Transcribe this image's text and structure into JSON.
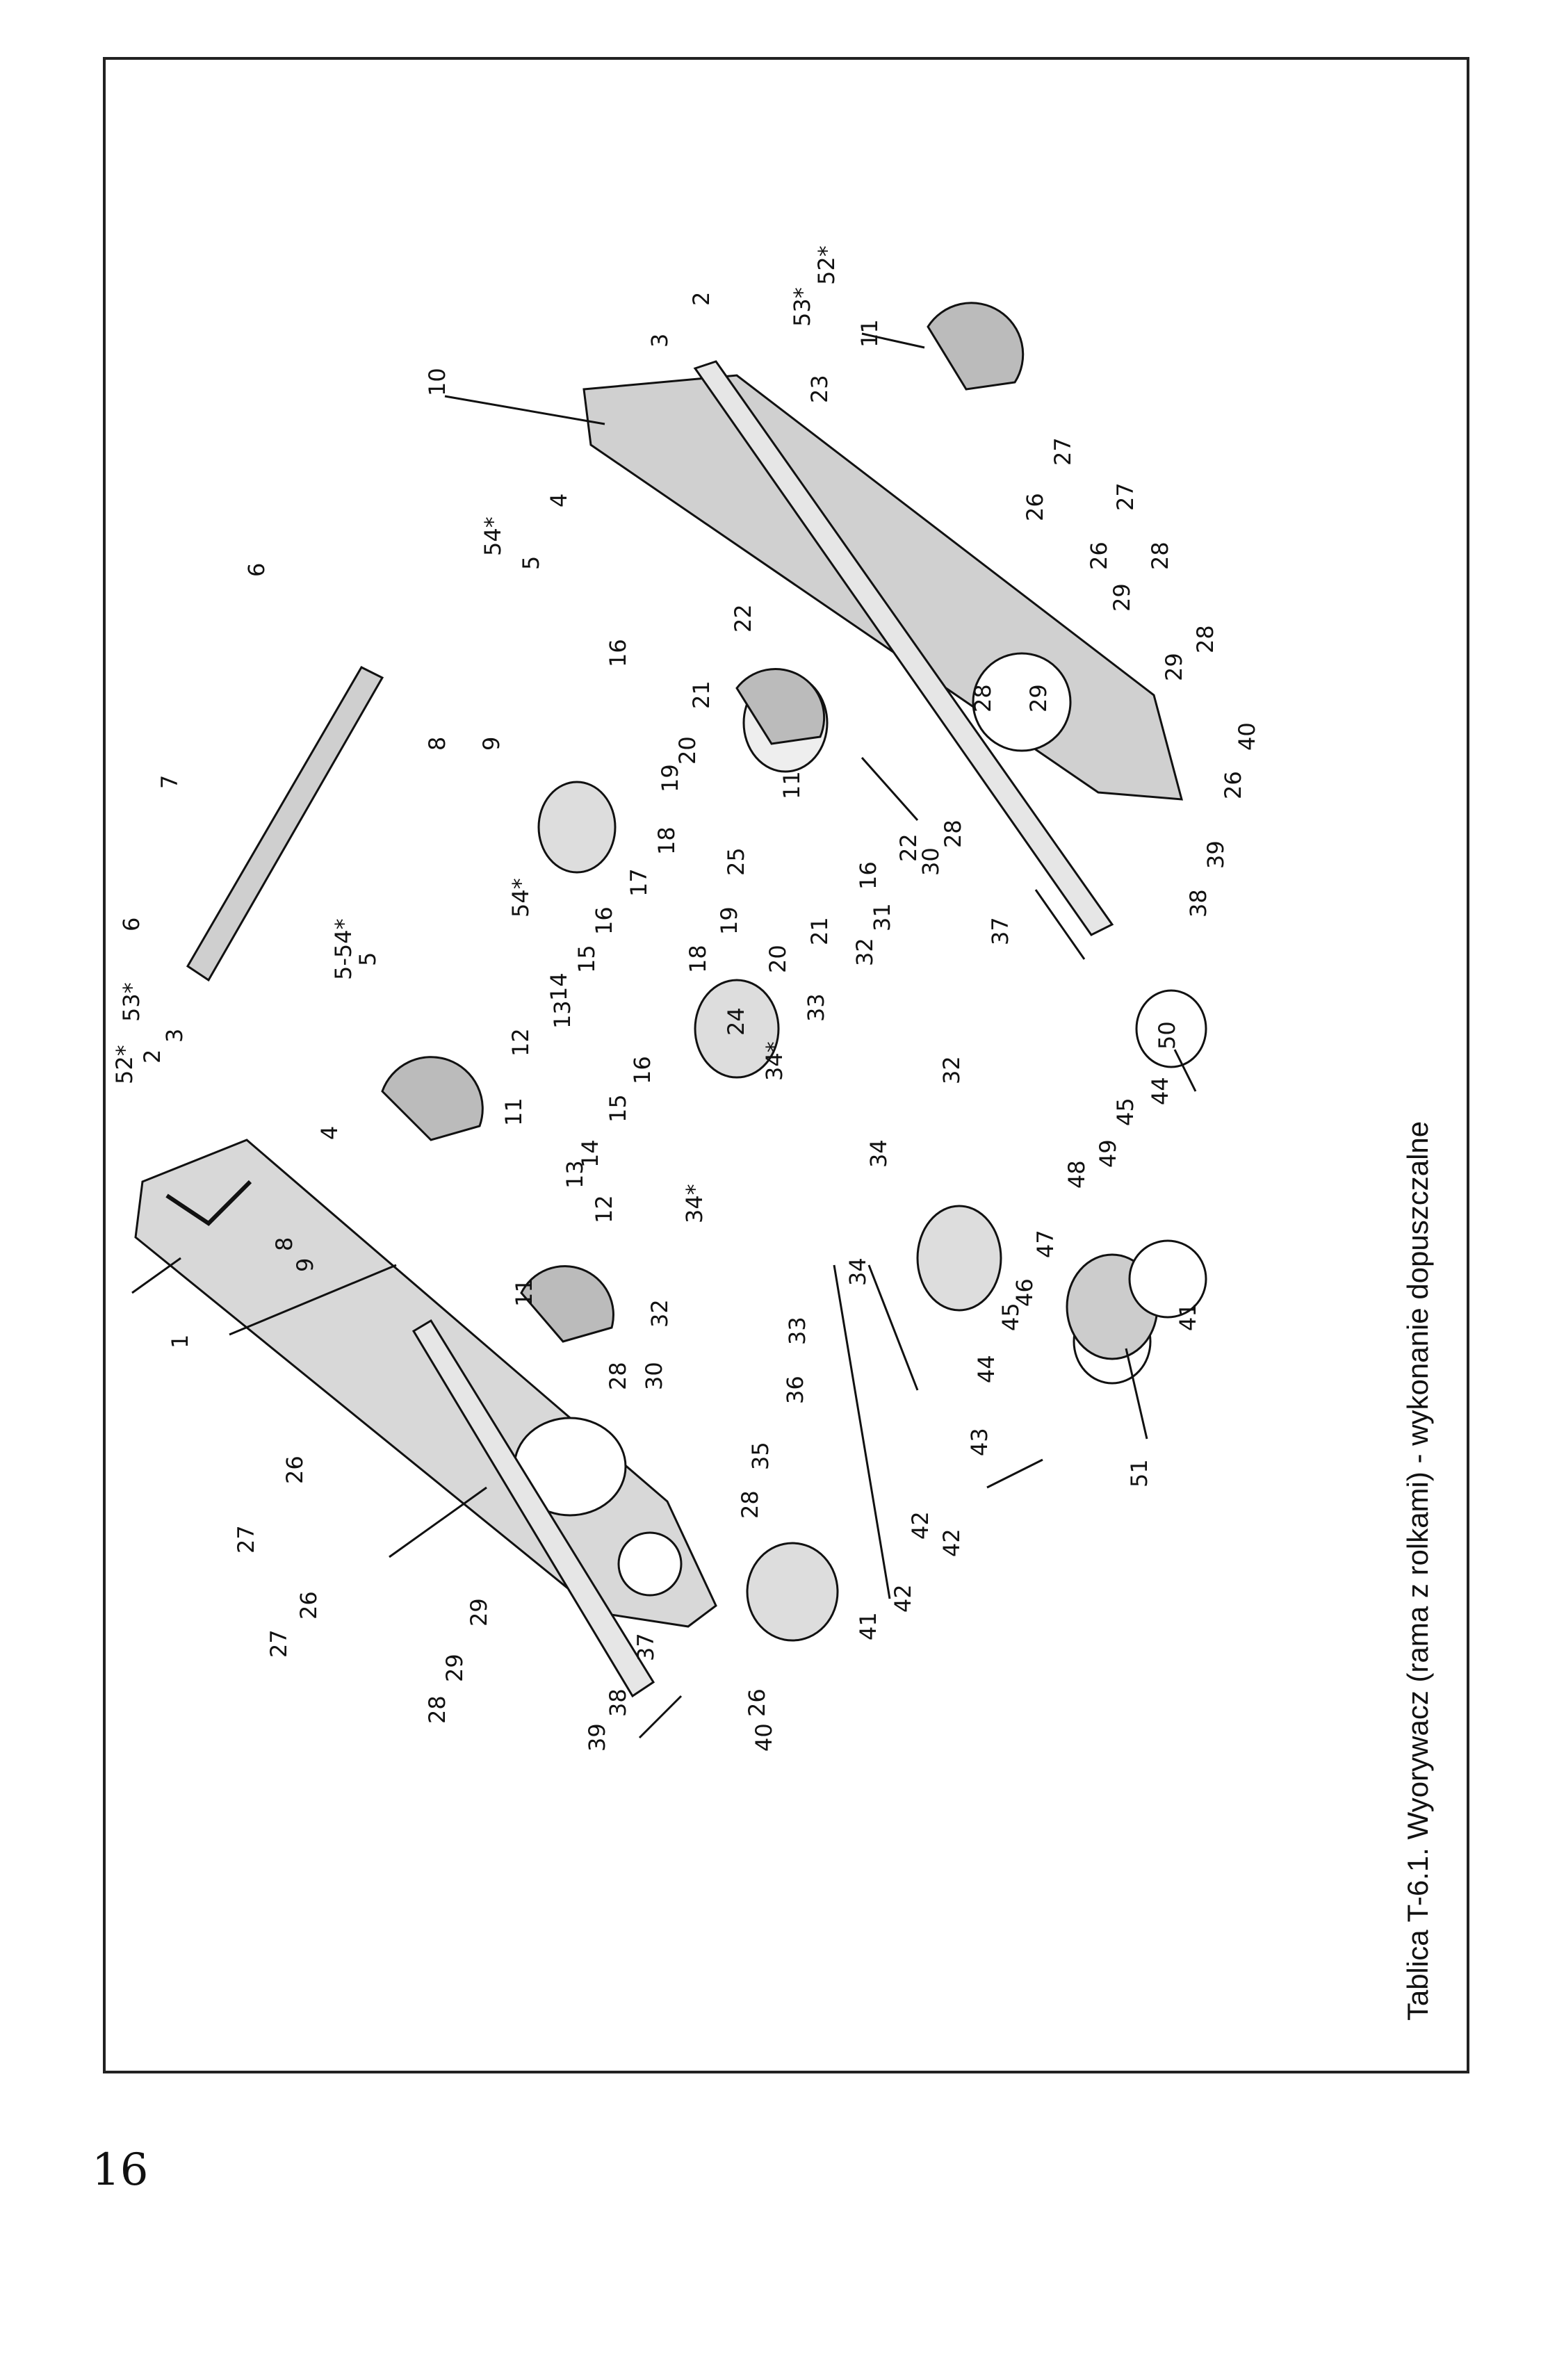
{
  "caption": "Tablica T-6.1. Wyorywacz (rama z rolkami) - wykonanie dopuszczalne",
  "page_number": "16",
  "colors": {
    "ink": "#111111",
    "paper": "#ffffff",
    "frame": "#222222"
  },
  "part_labels": {
    "l1": "1",
    "l2a": "2",
    "l2b": "2",
    "l3a": "3",
    "l3b": "3",
    "l4a": "4",
    "l4b": "4",
    "l5a": "5",
    "l5b": "5",
    "l6a": "6",
    "l6b": "6",
    "l7": "7",
    "l8a": "8",
    "l8b": "8",
    "l9a": "9",
    "l9b": "9",
    "l10": "10",
    "l11a": "11",
    "l11b": "11",
    "l11c": "11",
    "l11d": "11",
    "l12a": "12",
    "l12b": "12",
    "l13a": "13",
    "l13b": "13",
    "l14a": "14",
    "l14b": "14",
    "l15a": "15",
    "l15b": "15",
    "l16a": "16",
    "l16b": "16",
    "l16c": "16",
    "l16d": "16",
    "l17": "17",
    "l18a": "18",
    "l18b": "18",
    "l19a": "19",
    "l19b": "19",
    "l20a": "20",
    "l20b": "20",
    "l21a": "21",
    "l21b": "21",
    "l22a": "22",
    "l22b": "22",
    "l23": "23",
    "l24": "24",
    "l25": "25",
    "l26a": "26",
    "l26b": "26",
    "l26c": "26",
    "l26d": "26",
    "l26e": "26",
    "l26f": "26",
    "l27a": "27",
    "l27b": "27",
    "l27c": "27",
    "l27d": "27",
    "l28a": "28",
    "l28b": "28",
    "l28c": "28",
    "l28d": "28",
    "l28e": "28",
    "l28f": "28",
    "l28g": "28",
    "l29a": "29",
    "l29b": "29",
    "l29c": "29",
    "l29d": "29",
    "l29e": "29",
    "l30a": "30",
    "l30b": "30",
    "l31": "31",
    "l32a": "32",
    "l32b": "32",
    "l32c": "32",
    "l33a": "33",
    "l33b": "33",
    "l34a": "34",
    "l34b": "34",
    "l34c": "34*",
    "l34d": "34*",
    "l35": "35",
    "l36": "36",
    "l37a": "37",
    "l37b": "37",
    "l38a": "38",
    "l38b": "38",
    "l39a": "39",
    "l39b": "39",
    "l40a": "40",
    "l40b": "40",
    "l41a": "41",
    "l41b": "41",
    "l42a": "42",
    "l42b": "42",
    "l42c": "42",
    "l43": "43",
    "l44a": "44",
    "l44b": "44",
    "l45a": "45",
    "l45b": "45",
    "l46": "46",
    "l47": "47",
    "l48": "48",
    "l49": "49",
    "l50": "50",
    "l51": "51",
    "l52a": "52*",
    "l52b": "52*",
    "l53a": "53*",
    "l53b": "53*",
    "l54a": "54*",
    "l54b": "54*",
    "lr5a": "5-54*"
  }
}
